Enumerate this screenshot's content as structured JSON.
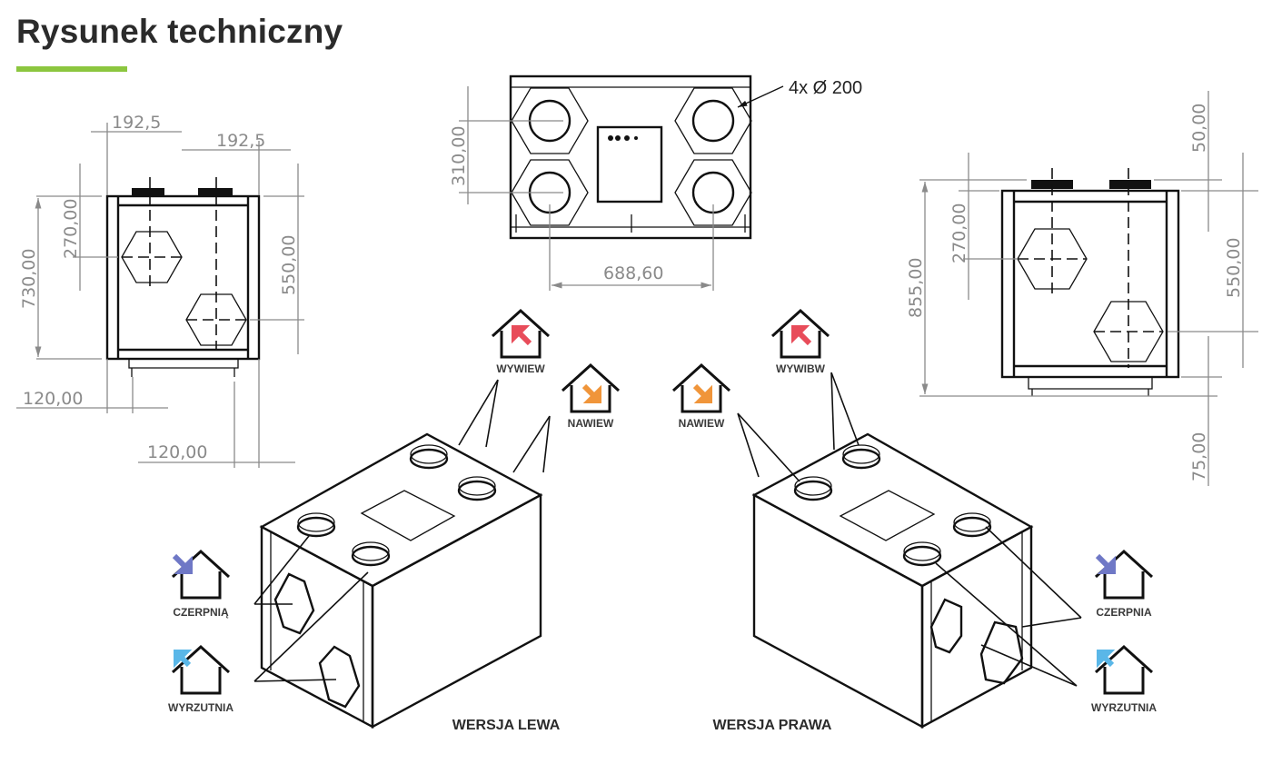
{
  "title": "Rysunek techniczny",
  "colors": {
    "accent": "#8cc63f",
    "extract": "#e84c5a",
    "supply": "#f0953a",
    "intake": "#6f78c6",
    "exhaust": "#5ab7e8"
  },
  "left_view": {
    "dim_top_1": "192,5",
    "dim_top_2": "192,5",
    "dim_height": "730,00",
    "dim_upper": "270,00",
    "dim_right": "550,00",
    "dim_bottom_1": "120,00",
    "dim_bottom_2": "120,00"
  },
  "top_view": {
    "dim_height": "310,00",
    "dim_width": "688,60",
    "connector_note": "4x Ø 200"
  },
  "right_view": {
    "dim_top": "50,00",
    "dim_height": "855,00",
    "dim_upper": "270,00",
    "dim_right": "550,00",
    "dim_bottom": "75,00"
  },
  "icons": {
    "left_extract": {
      "label": "WYWIEW",
      "icon": "house-arrow-out-icon"
    },
    "left_supply": {
      "label": "NAWIEW",
      "icon": "house-arrow-in-icon"
    },
    "left_intake": {
      "label": "CZERPNIĄ",
      "icon": "house-arrow-in-icon"
    },
    "left_exhaust": {
      "label": "WYRZUTNIA",
      "icon": "house-arrow-out-icon"
    },
    "right_extract": {
      "label": "WYWIBW",
      "icon": "house-arrow-out-icon"
    },
    "right_supply": {
      "label": "NAWIEW",
      "icon": "house-arrow-in-icon"
    },
    "right_intake": {
      "label": "CZERPNIA",
      "icon": "house-arrow-in-icon"
    },
    "right_exhaust": {
      "label": "WYRZUTNIA",
      "icon": "house-arrow-out-icon"
    }
  },
  "versions": {
    "left": "WERSJA LEWA",
    "right": "WERSJA PRAWA"
  }
}
